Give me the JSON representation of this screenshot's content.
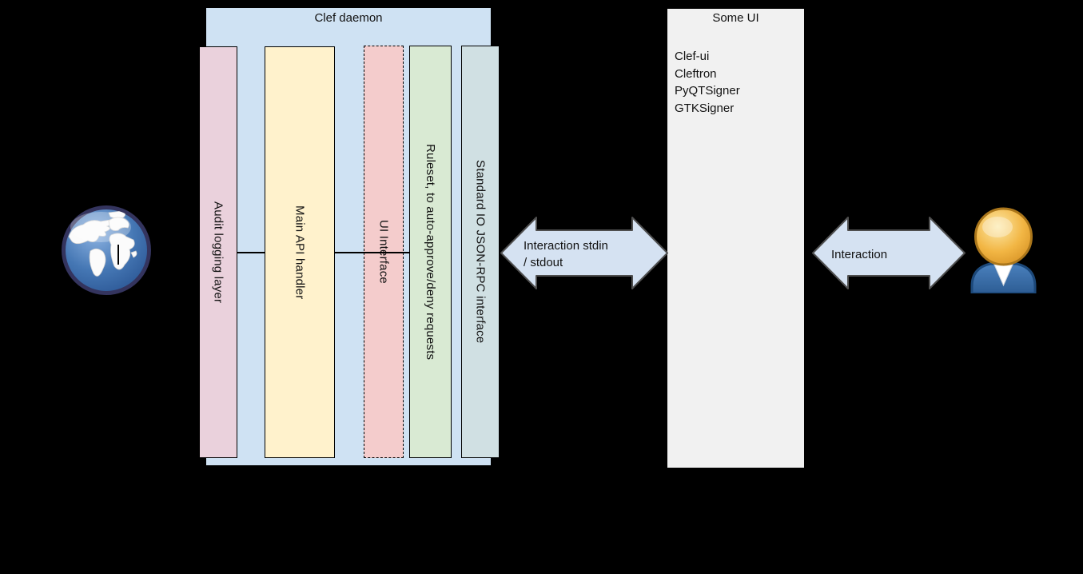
{
  "diagram": {
    "background_color": "#000000",
    "text_color": "#111111",
    "connector_color": "#000000",
    "clef_daemon": {
      "title": "Clef daemon",
      "fill": "#cfe2f3",
      "border_color": "#000000",
      "bars": [
        {
          "label": "Audit logging layer",
          "fill": "#ead1dc",
          "border": "solid"
        },
        {
          "label": "Main API handler",
          "fill": "#fff2cc",
          "border": "solid"
        },
        {
          "label": "UI Interface",
          "fill": "#f4cccc",
          "border": "dashed"
        },
        {
          "label": "Ruleset, to auto-approve/deny requests",
          "fill": "#d9ead3",
          "border": "solid"
        },
        {
          "label": "Standard IO JSON-RPC interface",
          "fill": "#d0e0e3",
          "border": "solid"
        }
      ]
    },
    "arrows": {
      "stdio": {
        "line1": "Interaction stdin",
        "line2": "/ stdout",
        "fill": "#d5e2f2",
        "border_color": "#4f4f4f"
      },
      "ui_user": {
        "label": "Interaction",
        "fill": "#d5e2f2",
        "border_color": "#4f4f4f"
      }
    },
    "some_ui": {
      "title": "Some UI",
      "fill": "#f1f1f1",
      "border_color": "#000000",
      "items": [
        "Clef-ui",
        "Cleftron",
        "PyQTSigner",
        "GTKSigner"
      ]
    },
    "icons": {
      "globe": "globe-icon",
      "user": "user-icon"
    }
  }
}
